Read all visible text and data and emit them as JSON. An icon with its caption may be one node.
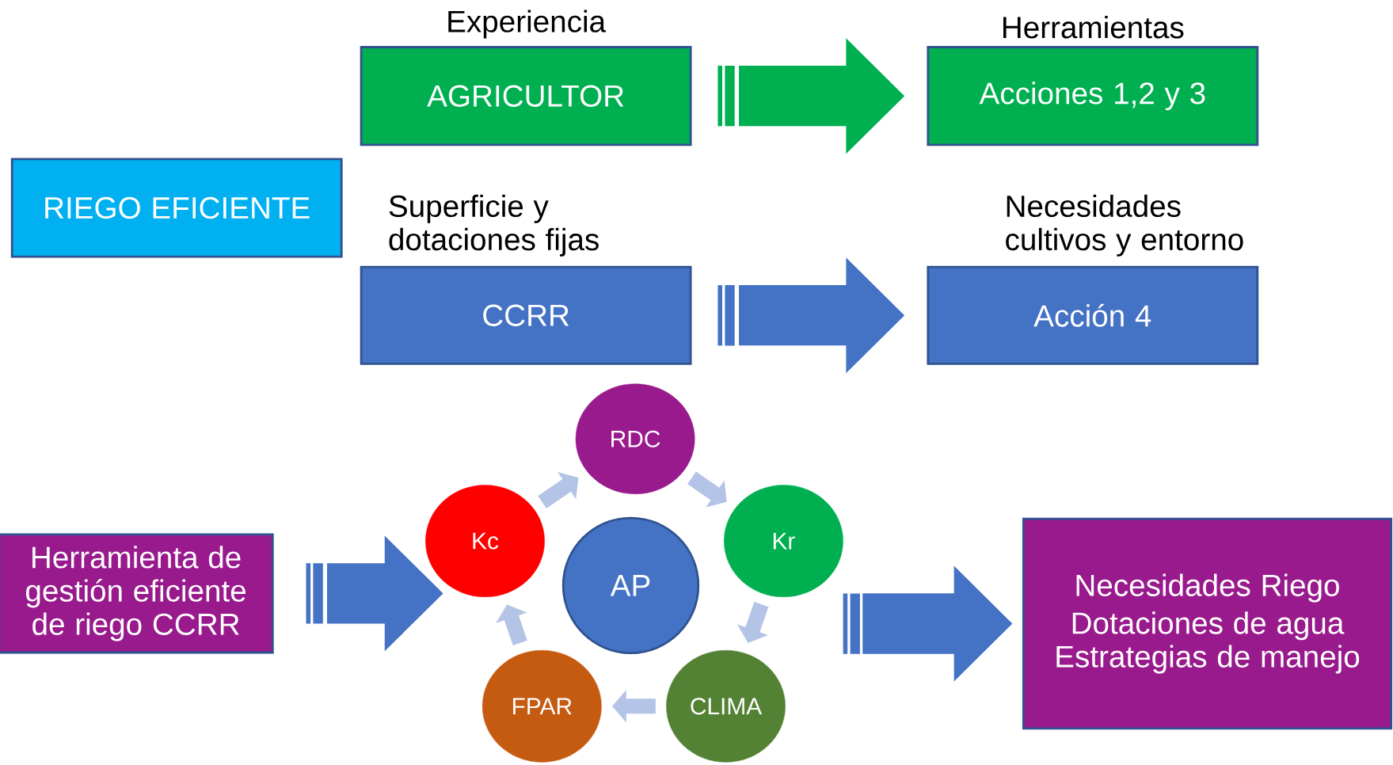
{
  "diagram": {
    "nodes": [
      {
        "text": [
          "Experiencia",
          "AGRICULTOR"
        ]
      },
      {
        "text": [
          "Herramientas",
          "Acciones 1,2 y 3"
        ]
      },
      {
        "text": [
          "RIEGO EFICIENTE"
        ]
      },
      {
        "text": [
          "Superficie y dotaciones fijas",
          "CCRR"
        ]
      },
      {
        "text": [
          "Necesidades cultivos y entorno",
          "Acción 4"
        ]
      },
      {
        "text": [
          "RDC"
        ]
      },
      {
        "text": [
          "Kc"
        ]
      },
      {
        "text": [
          "AP"
        ]
      },
      {
        "text": [
          "Kr"
        ]
      },
      {
        "text": [
          "FPAR"
        ]
      },
      {
        "text": [
          "CLIMA"
        ]
      },
      {
        "text": [
          "Herramienta de gestión eficiente de riego CCRR"
        ]
      },
      {
        "text": [
          "Necesidades Riego",
          "Dotaciones de agua",
          "Estrategias de manejo"
        ]
      }
    ],
    "edges": [
      {
        "from": 0,
        "to": 1,
        "arrow": "to",
        "style": "thick",
        "color": "#00b050"
      },
      {
        "from": 3,
        "to": 4,
        "arrow": "to",
        "style": "thick",
        "color": "#4472c4"
      },
      {
        "from": 11,
        "to": 6,
        "arrow": "to",
        "style": "thick",
        "color": "#4472c4"
      },
      {
        "from": 8,
        "to": 12,
        "arrow": "to",
        "style": "thick",
        "color": "#4472c4"
      },
      {
        "from": 5,
        "to": 8,
        "arrow": "to"
      },
      {
        "from": 8,
        "to": 10,
        "arrow": "to"
      },
      {
        "from": 10,
        "to": 9,
        "arrow": "to"
      },
      {
        "from": 9,
        "to": 6,
        "arrow": "to"
      },
      {
        "from": 6,
        "to": 5,
        "arrow": "to"
      }
    ]
  }
}
